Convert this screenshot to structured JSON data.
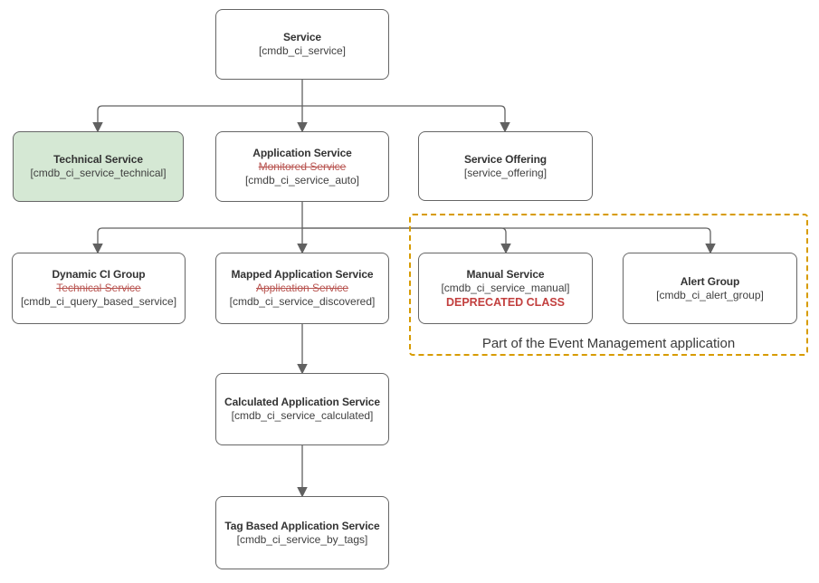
{
  "diagram": {
    "caption": "Part of the Event Management application",
    "colors": {
      "box_border": "#666666",
      "green_fill": "#d5e8d4",
      "strikethrough_red": "#b85450",
      "deprecated_red": "#c23f3e",
      "group_dashed_orange": "#d79b00",
      "connector_gray": "#616161"
    },
    "nodes": {
      "service": {
        "title": "Service",
        "class_name": "[cmdb_ci_service]"
      },
      "technical_service": {
        "title": "Technical Service",
        "class_name": "[cmdb_ci_service_technical]"
      },
      "application_service": {
        "title": "Application Service",
        "old_name": "Monitored Service",
        "class_name": "[cmdb_ci_service_auto]"
      },
      "service_offering": {
        "title": "Service Offering",
        "class_name": "[service_offering]"
      },
      "dynamic_ci_group": {
        "title": "Dynamic CI Group",
        "old_name": "Technical Service",
        "class_name": "[cmdb_ci_query_based_service]"
      },
      "mapped_application_service": {
        "title": "Mapped Application Service",
        "old_name": "Application Service",
        "class_name": "[cmdb_ci_service_discovered]"
      },
      "manual_service": {
        "title": "Manual Service",
        "class_name": "[cmdb_ci_service_manual]",
        "status": "DEPRECATED CLASS"
      },
      "alert_group": {
        "title": "Alert Group",
        "class_name": "[cmdb_ci_alert_group]"
      },
      "calculated_application_service": {
        "title": "Calculated Application Service",
        "class_name": "[cmdb_ci_service_calculated]"
      },
      "tag_based_application_service": {
        "title": "Tag Based Application Service",
        "class_name": "[cmdb_ci_service_by_tags]"
      }
    }
  }
}
